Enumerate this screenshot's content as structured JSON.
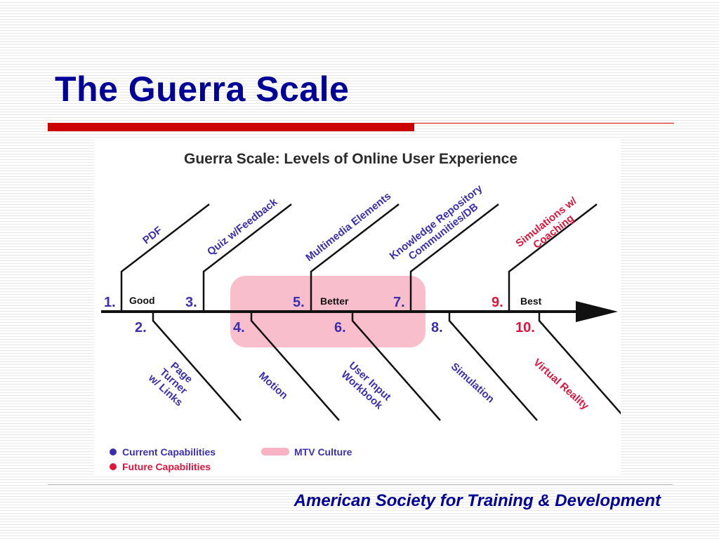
{
  "slide": {
    "title": "The Guerra Scale",
    "footer": "American Society for Training & Development"
  },
  "diagram": {
    "heading": "Guerra Scale: Levels of Online User Experience",
    "zones": {
      "good": "Good",
      "better": "Better",
      "best": "Best"
    },
    "levels": [
      {
        "number": "1.",
        "lines": [
          "PDF"
        ],
        "capability": "current"
      },
      {
        "number": "2.",
        "lines": [
          "Page",
          "Turner",
          "w/ Links"
        ],
        "capability": "current"
      },
      {
        "number": "3.",
        "lines": [
          "Quiz w/Feedback"
        ],
        "capability": "current"
      },
      {
        "number": "4.",
        "lines": [
          "Motion"
        ],
        "capability": "current"
      },
      {
        "number": "5.",
        "lines": [
          "Multimedia Elements"
        ],
        "capability": "current"
      },
      {
        "number": "6.",
        "lines": [
          "User Input",
          "Workbook"
        ],
        "capability": "current"
      },
      {
        "number": "7.",
        "lines": [
          "Knowledge Repository",
          "Communities/DB"
        ],
        "capability": "current"
      },
      {
        "number": "8.",
        "lines": [
          "Simulation"
        ],
        "capability": "current"
      },
      {
        "number": "9.",
        "lines": [
          "Simulations w/",
          "Coaching"
        ],
        "capability": "future"
      },
      {
        "number": "10.",
        "lines": [
          "Virtual Reality"
        ],
        "capability": "future"
      }
    ],
    "legend": {
      "current": "Current Capabilities",
      "future": "Future Capabilities",
      "mtv": "MTV Culture"
    },
    "colors": {
      "current": "#3a2fb0",
      "future": "#e0143c",
      "highlight": "#f7b3c3",
      "ink": "#111111",
      "heading": "#2b2b2b"
    }
  }
}
